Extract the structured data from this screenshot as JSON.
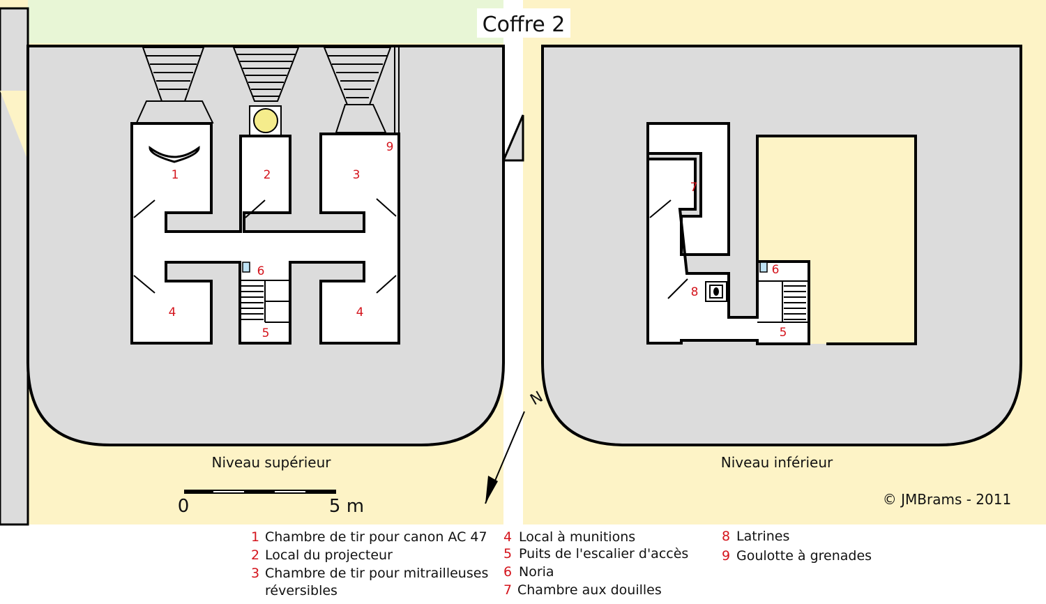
{
  "title": "Coffre 2",
  "levels": {
    "upper": "Niveau supérieur",
    "lower": "Niveau inférieur"
  },
  "scale": {
    "start": "0",
    "end": "5 m"
  },
  "north": "N",
  "credit": "©  JMBrams  -  2011",
  "room_numbers": {
    "r1": "1",
    "r2": "2",
    "r3": "3",
    "r4a": "4",
    "r4b": "4",
    "r5": "5",
    "r6": "6",
    "r9": "9",
    "l5": "5",
    "l6": "6",
    "l7": "7",
    "l8": "8"
  },
  "legend": [
    {
      "num": "1",
      "label": "Chambre de tir pour canon AC 47"
    },
    {
      "num": "2",
      "label": "Local du projecteur"
    },
    {
      "num": "3",
      "label": "Chambre de tir pour mitrailleuses",
      "label2": "réversibles"
    },
    {
      "num": "4",
      "label": "Local à munitions"
    },
    {
      "num": "5",
      "label": "Puits de l'escalier d'accès"
    },
    {
      "num": "6",
      "label": "Noria"
    },
    {
      "num": "7",
      "label": "Chambre aux douilles"
    },
    {
      "num": "8",
      "label": "Latrines"
    },
    {
      "num": "9",
      "label": "Goulotte à grenades"
    }
  ],
  "colors": {
    "background": "#fdf3c6",
    "concrete": "#dcdcdc",
    "ground": "#e8f6d6",
    "walls": "#000000",
    "numbers": "#d4141c",
    "projector": "#f5ec8c"
  }
}
